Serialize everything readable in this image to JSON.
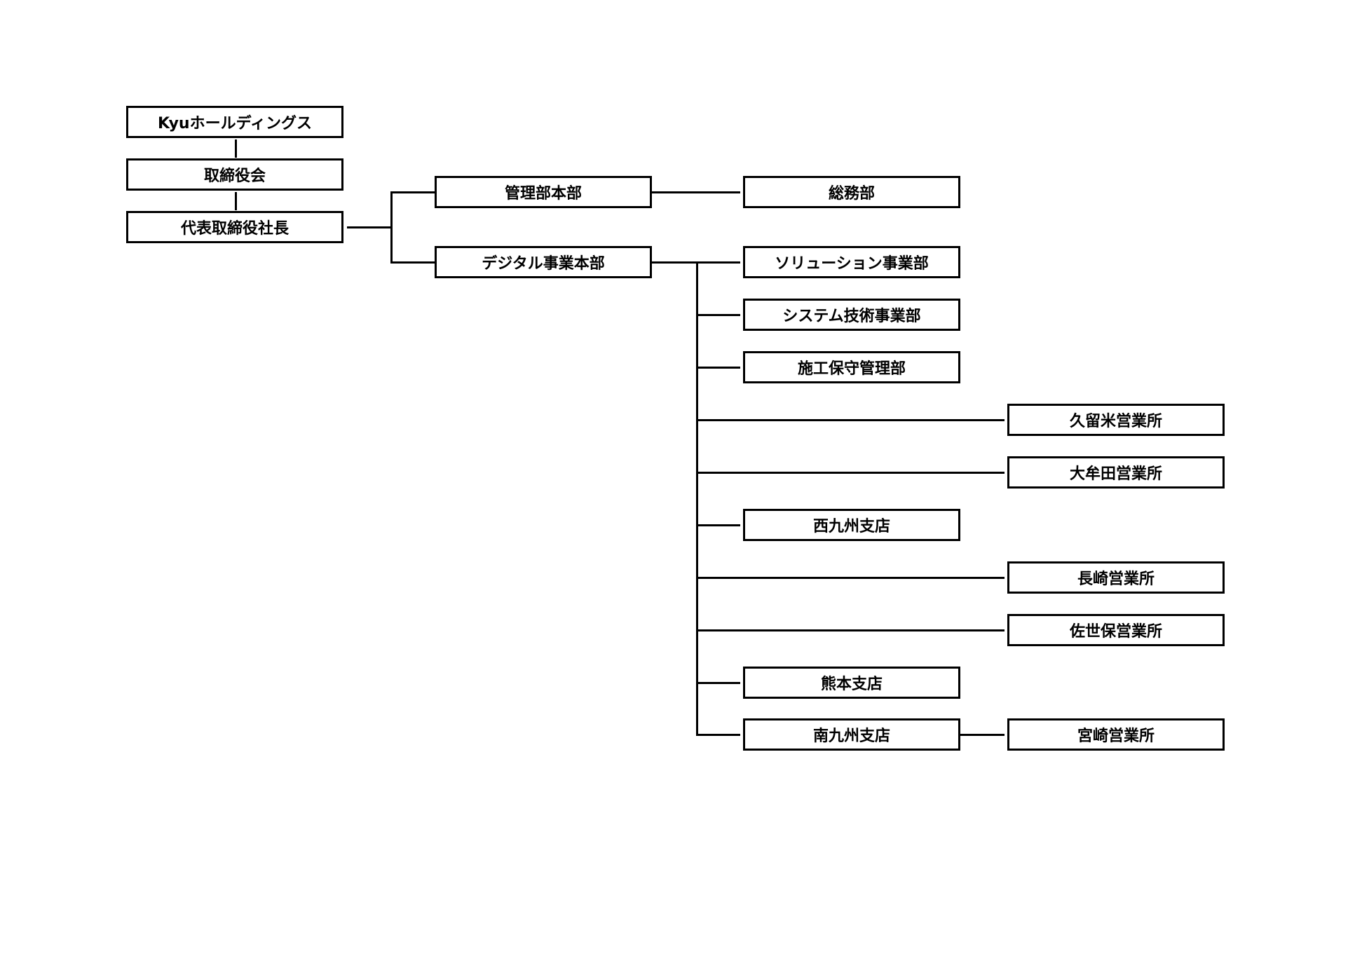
{
  "chart": {
    "nodes": {
      "holdings": "Kyuホールディングス",
      "board": "取締役会",
      "president": "代表取締役社長",
      "admin_hq": "管理部本部",
      "digital_hq": "デジタル事業本部",
      "general_affairs": "総務部",
      "solution_div": "ソリューション事業部",
      "system_tech_div": "システム技術事業部",
      "construction_maint": "施工保守管理部",
      "kurume_office": "久留米営業所",
      "omuta_office": "大牟田営業所",
      "west_kyushu_branch": "西九州支店",
      "nagasaki_office": "長崎営業所",
      "sasebo_office": "佐世保営業所",
      "kumamoto_branch": "熊本支店",
      "south_kyushu_branch": "南九州支店",
      "miyazaki_office": "宮崎営業所"
    },
    "edges": [
      [
        "holdings",
        "board"
      ],
      [
        "board",
        "president"
      ],
      [
        "president",
        "admin_hq"
      ],
      [
        "president",
        "digital_hq"
      ],
      [
        "admin_hq",
        "general_affairs"
      ],
      [
        "digital_hq",
        "solution_div"
      ],
      [
        "digital_hq",
        "system_tech_div"
      ],
      [
        "digital_hq",
        "construction_maint"
      ],
      [
        "digital_hq",
        "kurume_office"
      ],
      [
        "digital_hq",
        "omuta_office"
      ],
      [
        "digital_hq",
        "west_kyushu_branch"
      ],
      [
        "digital_hq",
        "nagasaki_office"
      ],
      [
        "digital_hq",
        "sasebo_office"
      ],
      [
        "digital_hq",
        "kumamoto_branch"
      ],
      [
        "digital_hq",
        "south_kyushu_branch"
      ],
      [
        "south_kyushu_branch",
        "miyazaki_office"
      ]
    ]
  }
}
